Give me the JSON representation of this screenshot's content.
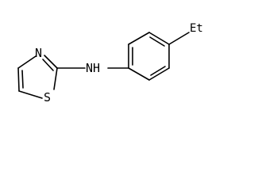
{
  "molecule": {
    "atoms": {
      "n_ring": "N",
      "s_ring": "S",
      "nh": "NH",
      "substituent": "Et"
    }
  }
}
